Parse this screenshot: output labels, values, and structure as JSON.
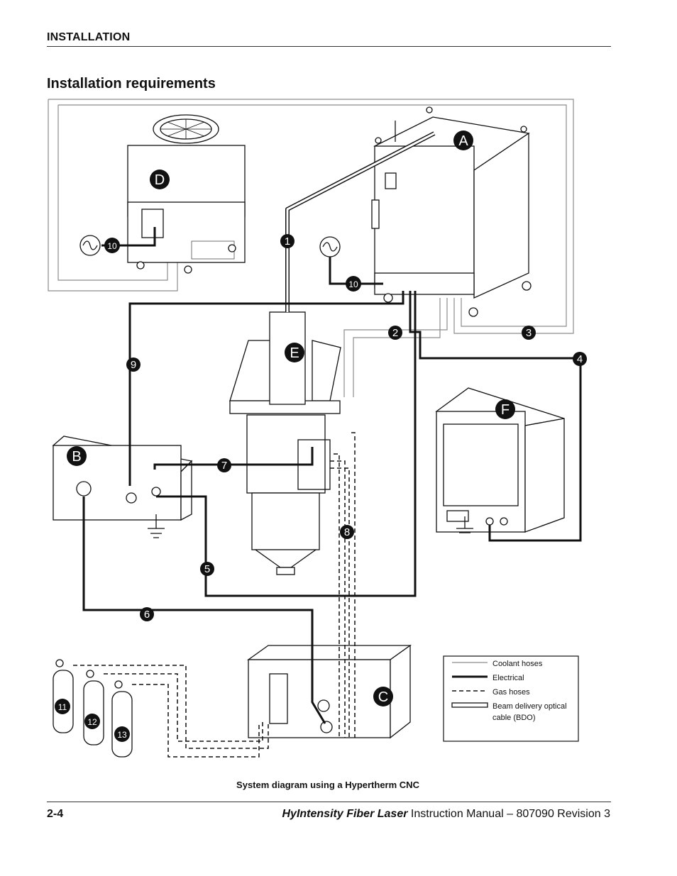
{
  "header": {
    "section": "INSTALLATION"
  },
  "title": "Installation requirements",
  "diagram": {
    "components": [
      "A",
      "B",
      "C",
      "D",
      "E",
      "F"
    ],
    "callouts": [
      "1",
      "2",
      "3",
      "4",
      "5",
      "6",
      "7",
      "8",
      "9",
      "10",
      "11",
      "12",
      "13"
    ],
    "legend": [
      {
        "label": "Coolant hoses",
        "style": "thin"
      },
      {
        "label": "Electrical",
        "style": "thick"
      },
      {
        "label": "Gas hoses",
        "style": "dashed"
      },
      {
        "label": "Beam delivery optical",
        "style": "double"
      },
      {
        "label": "cable (BDO)",
        "style": "none"
      }
    ],
    "colors": {
      "line": "#111111",
      "coolant": "#8c8c8c",
      "unit": "#ffffff"
    }
  },
  "caption": "System diagram using a Hypertherm CNC",
  "footer": {
    "page": "2-4",
    "product": "HyIntensity Fiber Laser",
    "manual": "Instruction Manual",
    "dash": "–",
    "revision": "807090 Revision 3"
  }
}
